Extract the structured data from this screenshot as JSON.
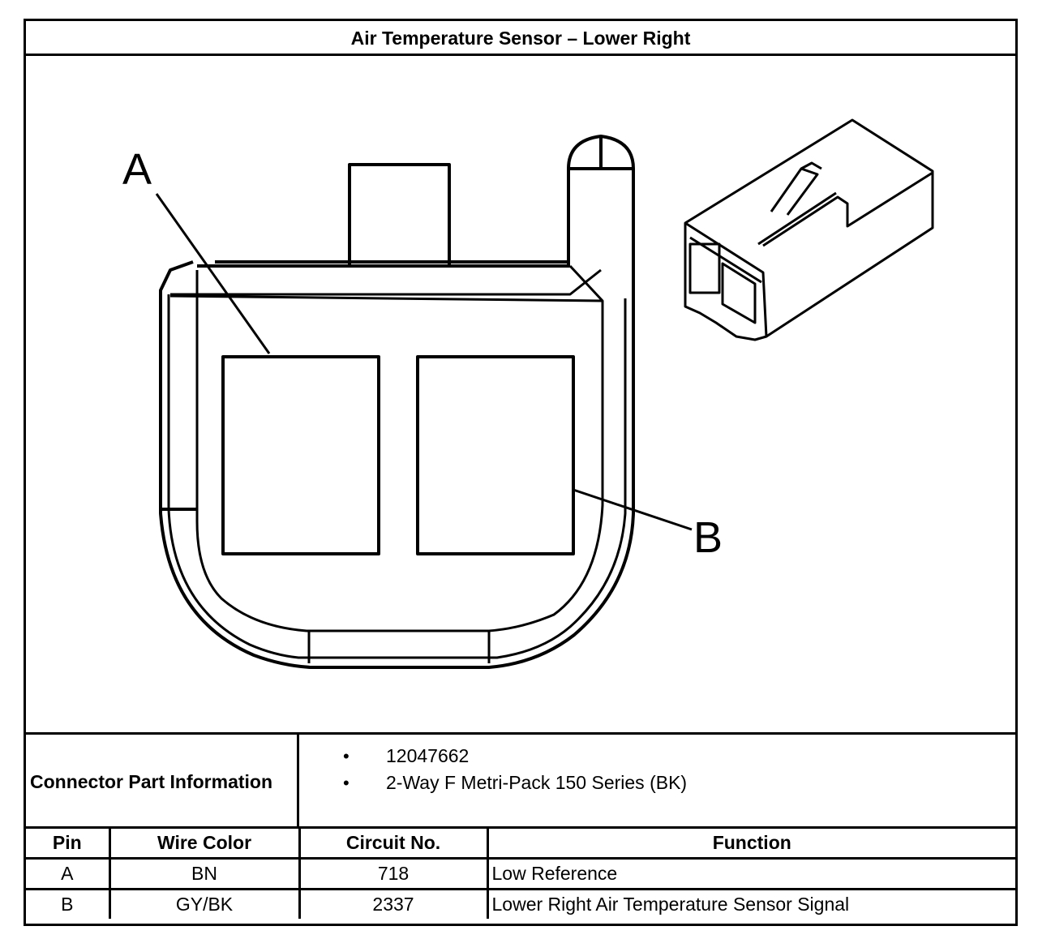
{
  "title": "Air Temperature Sensor – Lower Right",
  "diagram": {
    "labels": [
      "A",
      "B"
    ]
  },
  "connector_part_information": {
    "label": "Connector Part Information",
    "items": [
      "12047662",
      "2-Way F Metri-Pack 150 Series (BK)"
    ],
    "bullet": "•"
  },
  "pin_table": {
    "headers": [
      "Pin",
      "Wire Color",
      "Circuit No.",
      "Function"
    ],
    "rows": [
      [
        "A",
        "BN",
        "718",
        "Low Reference"
      ],
      [
        "B",
        "GY/BK",
        "2337",
        "Lower Right Air Temperature Sensor Signal"
      ]
    ]
  }
}
